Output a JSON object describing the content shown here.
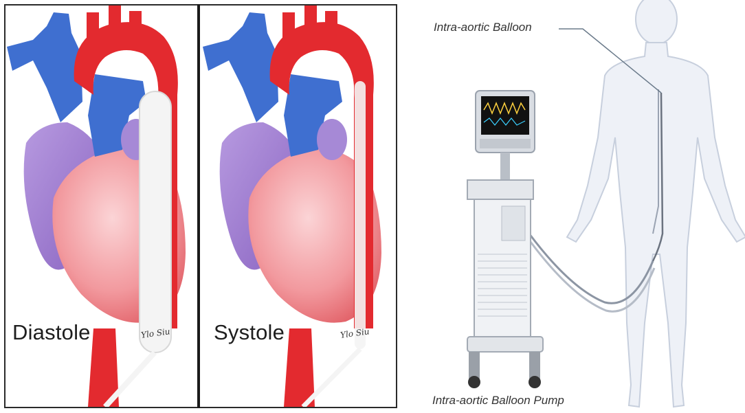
{
  "heart_panels": {
    "diastole_label": "Diastole",
    "systole_label": "Systole",
    "signature": "Ylo Siu"
  },
  "setup": {
    "balloon_label": "Intra-aortic Balloon",
    "pump_label": "Intra-aortic Balloon Pump"
  },
  "colors": {
    "aorta_red": "#e32a2f",
    "vein_blue": "#3f6fd0",
    "atrium_purple": "#9c78c9",
    "ventricle_pink": "#f08a8f",
    "balloon_white": "#f4f4f4",
    "body_outline": "#c7cfdd"
  }
}
